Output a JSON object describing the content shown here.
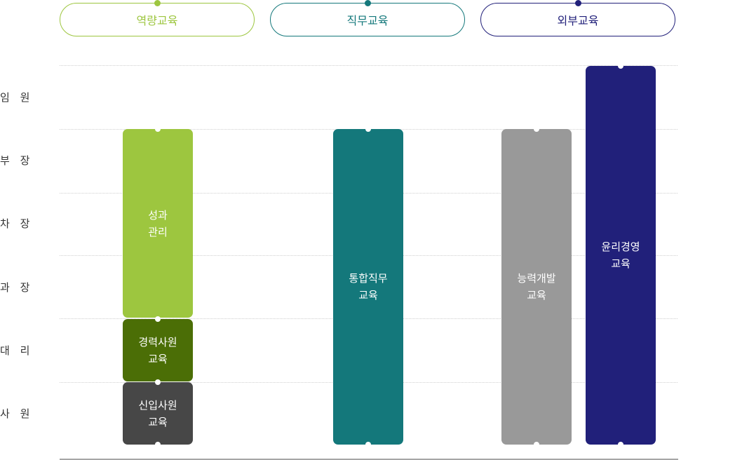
{
  "tabs": [
    {
      "label": "역량교육",
      "color": "#9dc63f"
    },
    {
      "label": "직무교육",
      "color": "#14787b"
    },
    {
      "label": "외부교육",
      "color": "#21207a"
    }
  ],
  "ranks": [
    "임 원",
    "부 장",
    "차 장",
    "과 장",
    "대 리",
    "사 원"
  ],
  "programs": {
    "performance": {
      "label": "성과\n관리",
      "color": "#9dc63f"
    },
    "experienced": {
      "label": "경력사원\n교육",
      "color": "#4b6e06"
    },
    "newhire": {
      "label": "신입사원\n교육",
      "color": "#474747"
    },
    "integrated": {
      "label": "통합직무\n교육",
      "color": "#14787b"
    },
    "ability": {
      "label": "능력개발\n교육",
      "color": "#999999"
    },
    "ethics": {
      "label": "윤리경영\n교육",
      "color": "#21207a"
    }
  }
}
